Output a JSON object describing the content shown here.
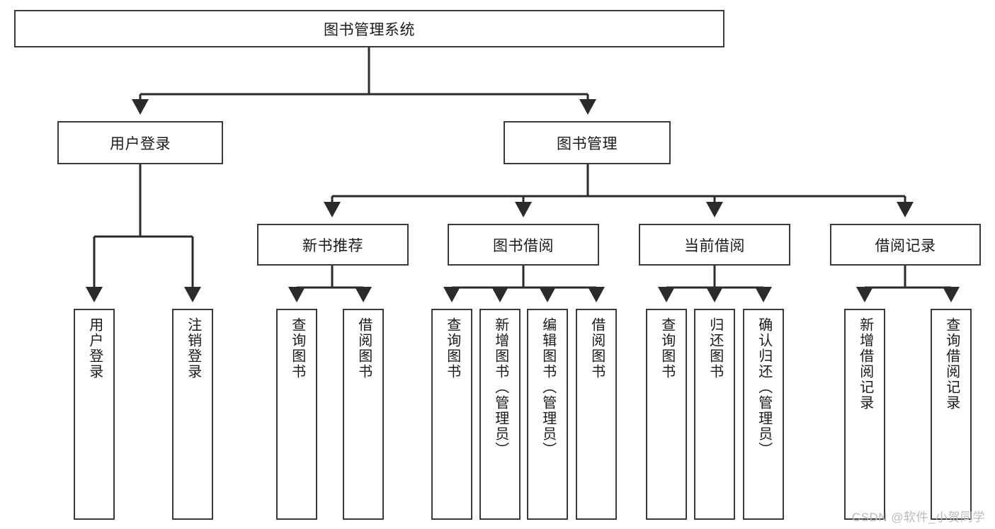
{
  "diagram": {
    "type": "hierarchy-tree",
    "title": "图书管理系统",
    "watermark": "CSDN @软件_小贺同学",
    "colors": {
      "box_border": "#3a3a3a",
      "box_fill": "#ffffff",
      "connector": "#2b2b2b",
      "text": "#1a1a1a",
      "watermark": "#b9b9b9"
    },
    "root": {
      "label": "图书管理系统"
    },
    "level2": [
      {
        "label": "用户登录"
      },
      {
        "label": "图书管理"
      }
    ],
    "level3": [
      {
        "label": "新书推荐"
      },
      {
        "label": "图书借阅"
      },
      {
        "label": "当前借阅"
      },
      {
        "label": "借阅记录"
      }
    ],
    "leaves": {
      "user_login": [
        {
          "label": "用户登录"
        },
        {
          "label": "注销登录"
        }
      ],
      "new_book": [
        {
          "label": "查询图书"
        },
        {
          "label": "借阅图书"
        }
      ],
      "book_borrow": [
        {
          "label": "查询图书"
        },
        {
          "label": "新增图书（管理员）"
        },
        {
          "label": "编辑图书（管理员）"
        },
        {
          "label": "借阅图书"
        }
      ],
      "current_borrow": [
        {
          "label": "查询图书"
        },
        {
          "label": "归还图书"
        },
        {
          "label": "确认归还（管理员）"
        }
      ],
      "borrow_record": [
        {
          "label": "新增借阅记录"
        },
        {
          "label": "查询借阅记录"
        }
      ]
    }
  }
}
